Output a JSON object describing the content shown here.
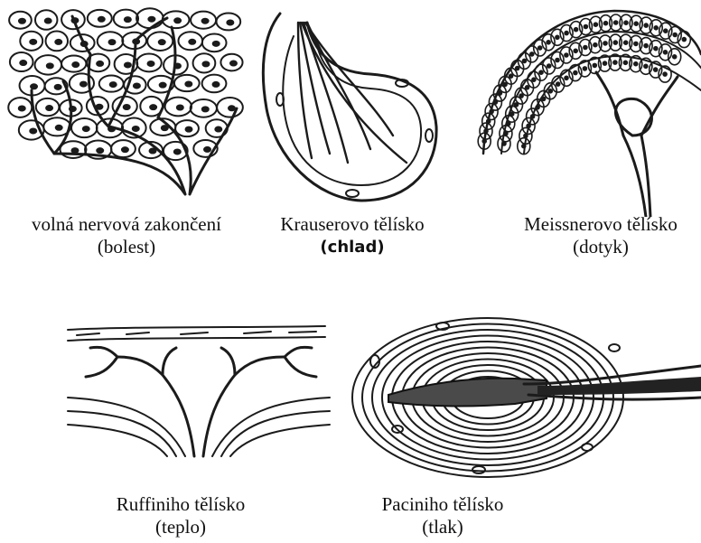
{
  "figures": [
    {
      "name": "volna",
      "title": "volná nervová zakončení",
      "subtitle": "(bolest)"
    },
    {
      "name": "krause",
      "title": "Krauserovo tělísko",
      "subtitle": "(chlad)"
    },
    {
      "name": "meissner",
      "title": "Meissnerovo tělísko",
      "subtitle": "(dotyk)"
    },
    {
      "name": "ruffini",
      "title": "Ruffiniho tělísko",
      "subtitle": "(teplo)"
    },
    {
      "name": "pacini",
      "title": "Paciniho tělísko",
      "subtitle": "(tlak)"
    }
  ]
}
